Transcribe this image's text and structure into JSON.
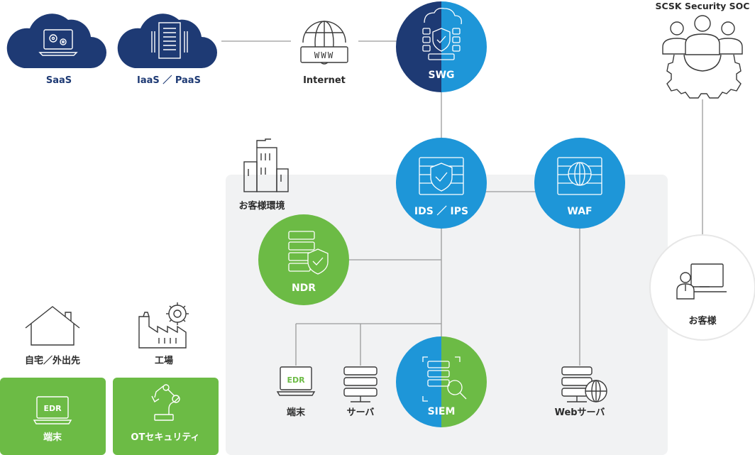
{
  "colors": {
    "navy": "#1e3a74",
    "blue": "#1e96d8",
    "green": "#6cbb45",
    "line": "#9a9a9a",
    "panel": "#f1f2f3",
    "icon": "#3a3a3a"
  },
  "cloud": {
    "saas_label": "SaaS",
    "iaas_label": "IaaS ／ PaaS"
  },
  "internet": {
    "label": "Internet",
    "globe_text": "WWW"
  },
  "nodes": {
    "swg": "SWG",
    "ids_ips": "IDS ／ IPS",
    "waf": "WAF",
    "ndr": "NDR",
    "siem": "SIEM"
  },
  "customer_env": {
    "label": "お客様環境"
  },
  "devices": {
    "edr_badge": "EDR",
    "terminal_label": "端末",
    "server_label": "サーバ",
    "webserver_label": "Webサーバ"
  },
  "soc": {
    "label": "SCSK Security SOC",
    "customer_label": "お客様"
  },
  "bottom_left": {
    "home_label": "自宅／外出先",
    "factory_label": "工場",
    "edr_badge": "EDR",
    "terminal_label": "端末",
    "ot_label": "OTセキュリティ"
  }
}
